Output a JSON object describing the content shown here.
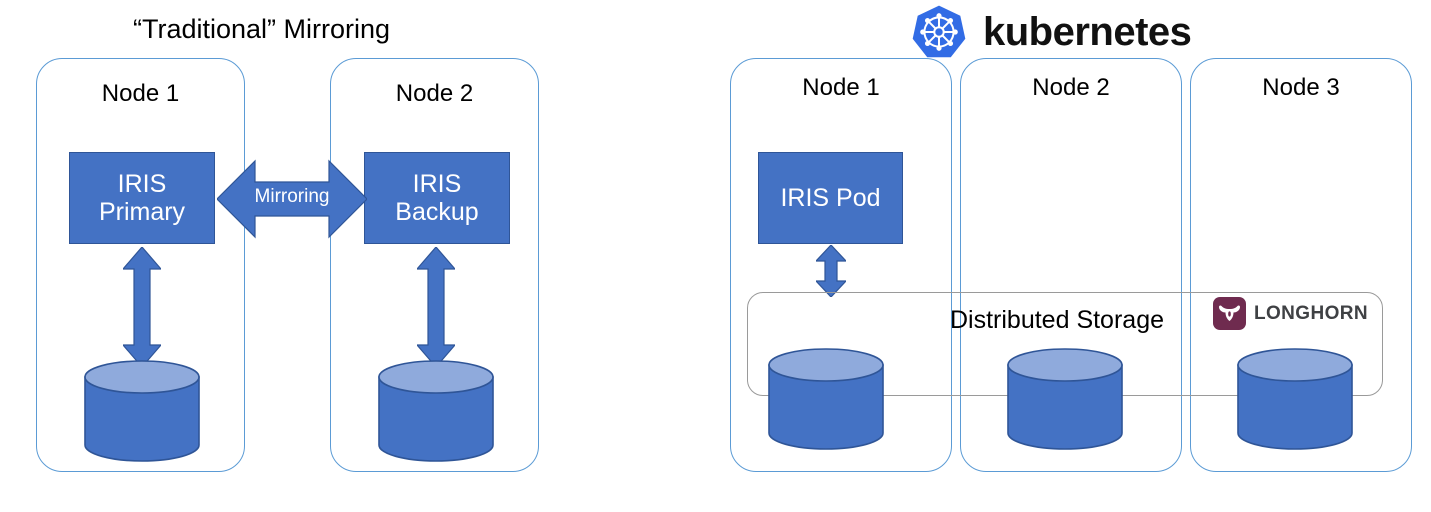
{
  "diagram": {
    "type": "architecture-comparison",
    "background": "#ffffff",
    "palette": {
      "node_border": "#5B9BD5",
      "box_fill": "#4472C4",
      "box_border": "#2F5597",
      "cylinder_body": "#4472C4",
      "cylinder_top": "#8FAADC",
      "cylinder_border": "#2F5597",
      "arrow_fill": "#4472C4",
      "arrow_border": "#2F5597",
      "storage_border": "#9a9a9a",
      "kubernetes_blue": "#326CE5",
      "longhorn_purple": "#6F2B4F",
      "longhorn_text": "#3f4144",
      "text_dark": "#000000",
      "text_light": "#ffffff"
    }
  },
  "left_panel": {
    "title": "“Traditional” Mirroring",
    "nodes": [
      {
        "label": "Node 1",
        "box_label": "IRIS\nPrimary",
        "has_cylinder": true
      },
      {
        "label": "Node 2",
        "box_label": "IRIS\nBackup",
        "has_cylinder": true
      }
    ],
    "connector": {
      "label": "Mirroring",
      "icon": "double-arrow-horizontal-icon",
      "direction": "bidirectional"
    },
    "vertical_connectors": {
      "icon": "double-arrow-vertical-icon",
      "direction": "bidirectional",
      "count": 2
    }
  },
  "right_panel": {
    "title": "kubernetes",
    "logo_icon": "kubernetes-helm-logo-icon",
    "nodes": [
      {
        "label": "Node 1",
        "box_label": "IRIS Pod",
        "has_cylinder": true
      },
      {
        "label": "Node 2",
        "box_label": "",
        "has_cylinder": true
      },
      {
        "label": "Node 3",
        "box_label": "",
        "has_cylinder": true
      }
    ],
    "storage": {
      "label": "Distributed Storage",
      "badge": {
        "text": "LONGHORN",
        "icon": "longhorn-bull-icon"
      }
    },
    "pod_connector": {
      "icon": "double-arrow-vertical-icon",
      "direction": "bidirectional"
    }
  }
}
